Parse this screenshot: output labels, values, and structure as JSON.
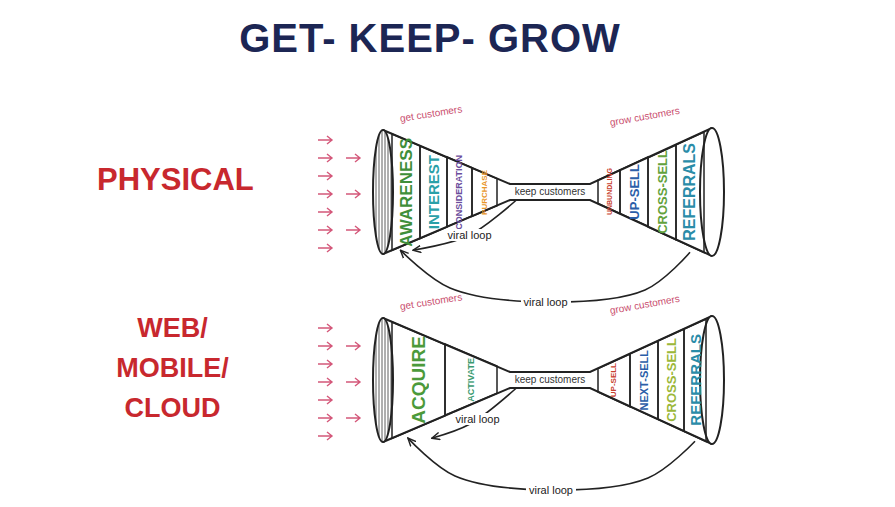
{
  "diagram": {
    "title": "GET- KEEP- GROW",
    "nodes": [
      {
        "text": [
          "AWARENESS"
        ]
      },
      {
        "text": [
          "INTEREST"
        ]
      },
      {
        "text": [
          "CONSIDERATION"
        ]
      },
      {
        "text": [
          "PURCHASE"
        ]
      },
      {
        "text": [
          "keep customers"
        ]
      },
      {
        "text": [
          "UNBUNDLING"
        ]
      },
      {
        "text": [
          "UP-SELL"
        ]
      },
      {
        "text": [
          "CROSS-SELL"
        ]
      },
      {
        "text": [
          "REFERRALS"
        ]
      },
      {
        "text": [
          "ACQUIRE"
        ]
      },
      {
        "text": [
          "ACTIVATE"
        ]
      },
      {
        "text": [
          "keep customers"
        ]
      },
      {
        "text": [
          "UP-SELL"
        ]
      },
      {
        "text": [
          "NEXT-SELL"
        ]
      },
      {
        "text": [
          "CROSS-SELL"
        ]
      },
      {
        "text": [
          "REFERRALS"
        ]
      }
    ],
    "edges": [
      {
        "from": 4,
        "to": 0,
        "arrow": "to",
        "label": "viral loop"
      },
      {
        "from": 8,
        "to": 0,
        "arrow": "to",
        "label": "viral loop"
      },
      {
        "from": 11,
        "to": 9,
        "arrow": "to",
        "label": "viral loop"
      },
      {
        "from": 15,
        "to": 9,
        "arrow": "to",
        "label": "viral loop"
      }
    ],
    "labels": [
      "PHYSICAL",
      "WEB/ MOBILE/ CLOUD",
      "get customers",
      "grow customers",
      "get customers",
      "grow customers"
    ]
  }
}
